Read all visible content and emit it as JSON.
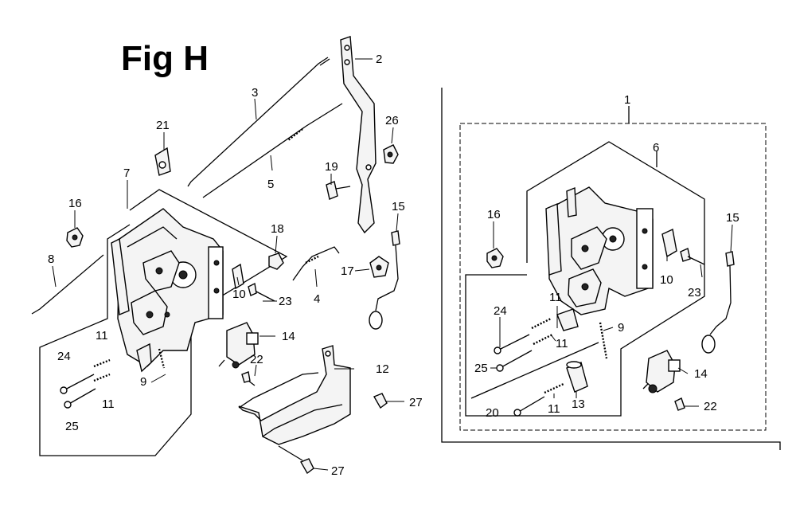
{
  "figure_title": "Fig H",
  "labels": {
    "l1": "1",
    "l2": "2",
    "l3": "3",
    "l4": "4",
    "l5": "5",
    "l6": "6",
    "l7": "7",
    "l8": "8",
    "l9a": "9",
    "l9b": "9",
    "l10a": "10",
    "l10b": "10",
    "l11a": "11",
    "l11b": "11",
    "l11c": "11",
    "l11d": "11",
    "l11e": "11",
    "l12": "12",
    "l13": "13",
    "l14a": "14",
    "l14b": "14",
    "l15a": "15",
    "l15b": "15",
    "l16a": "16",
    "l16b": "16",
    "l17": "17",
    "l18": "18",
    "l19": "19",
    "l20": "20",
    "l21": "21",
    "l22a": "22",
    "l22b": "22",
    "l23a": "23",
    "l23b": "23",
    "l24a": "24",
    "l24b": "24",
    "l25a": "25",
    "l25b": "25",
    "l26": "26",
    "l27a": "27",
    "l27b": "27"
  }
}
